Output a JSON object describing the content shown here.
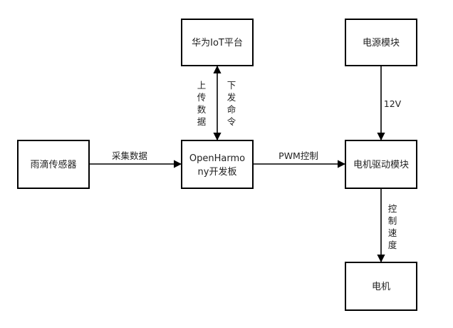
{
  "nodes": {
    "huawei_iot": "华为IoT平台",
    "power_module": "电源模块",
    "rain_sensor": "雨滴传感器",
    "openharmony_line1": "OpenHarmo",
    "openharmony_line2": "ny开发板",
    "motor_driver": "电机驱动模块",
    "motor": "电机"
  },
  "edges": {
    "upload": [
      "上",
      "传",
      "数",
      "据"
    ],
    "command": [
      "下",
      "发",
      "命",
      "令"
    ],
    "voltage": "12V",
    "collect": "采集数据",
    "pwm": "PWM控制",
    "speed": [
      "控",
      "制",
      "速",
      "度"
    ]
  }
}
